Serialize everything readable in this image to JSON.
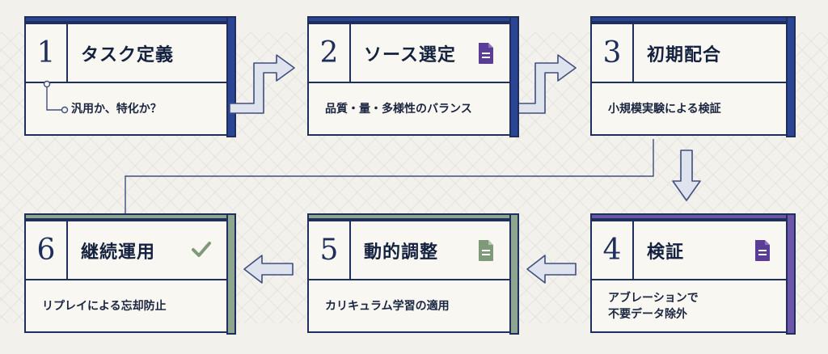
{
  "steps": [
    {
      "number": "1",
      "title": "タスク定義",
      "description": "汎用か、特化か？",
      "icon": "",
      "status": "default"
    },
    {
      "number": "2",
      "title": "ソース選定",
      "description": "品質・量・多様性のバランス",
      "icon": "document-icon",
      "status": "default"
    },
    {
      "number": "3",
      "title": "初期配合",
      "description": "小規模実験による検証",
      "icon": "",
      "status": "default"
    },
    {
      "number": "4",
      "title": "検証",
      "description": "アブレーションで\n不要データ除外",
      "icon": "document-icon",
      "status": "active"
    },
    {
      "number": "5",
      "title": "動的調整",
      "description": "カリキュラム学習の適用",
      "icon": "document-icon",
      "status": "completed"
    },
    {
      "number": "6",
      "title": "継続運用",
      "description": "リプレイによる忘却防止",
      "icon": "check-icon",
      "status": "completed"
    }
  ],
  "colors": {
    "background": "#f2f1ec",
    "card_face": "#f8f7f2",
    "border": "#1f2f5c",
    "default_side": "#2c4494",
    "active_side": "#6a55a8",
    "completed_side": "#8ea58f",
    "purple_icon": "#5b3d97",
    "green_icon": "#7f9a78",
    "arrow_fill": "#dfe3ee",
    "arrow_stroke": "#3f4f7f"
  }
}
